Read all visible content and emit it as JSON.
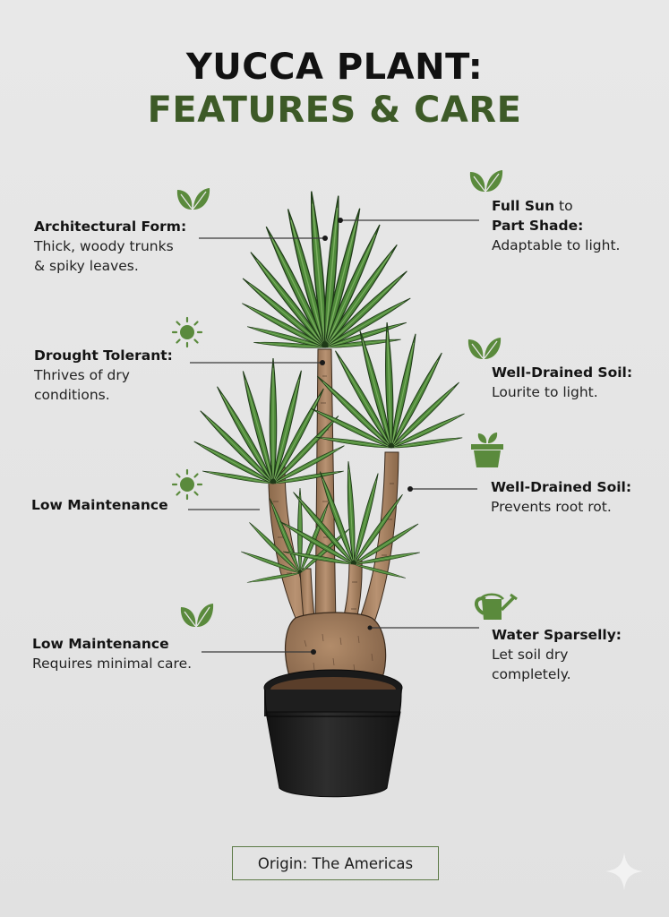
{
  "header": {
    "title_line1": "YUCCA PLANT:",
    "title_line2": "FEATURES & CARE"
  },
  "colors": {
    "background": "#e5e5e5",
    "accent_green": "#3d5a27",
    "icon_green": "#5a8a3c",
    "leaf_green": "#4f8a3a",
    "trunk_brown": "#a07d5d",
    "pot_black": "#1e1e1e"
  },
  "left_features": [
    {
      "icon": "leaf-icon",
      "heading": "Architectural Form:",
      "body_lines": [
        "Thick, woody trunks",
        "& spiky leaves."
      ]
    },
    {
      "icon": "sun-icon",
      "heading": "Drought Tolerant:",
      "body_lines": [
        "Thrives of dry",
        "conditions."
      ]
    },
    {
      "icon": "sun-icon",
      "heading": "Low Maintenance",
      "body_lines": []
    },
    {
      "icon": "leaf-icon",
      "heading": "Low Maintenance",
      "body_lines": [
        "Requires minimal care."
      ]
    }
  ],
  "right_features": [
    {
      "icon": "leaf-icon",
      "heading_bold1": "Full Sun",
      "heading_normal": " to",
      "heading_bold2": "Part Shade:",
      "body_lines": [
        "Adaptable to light."
      ]
    },
    {
      "icon": "leaf-icon",
      "heading": "Well-Drained Soil:",
      "body_lines": [
        "Lourite to light."
      ]
    },
    {
      "icon": "potted-plant-icon",
      "heading": "Well-Drained Soil:",
      "body_lines": [
        "Prevents root rot."
      ]
    },
    {
      "icon": "watering-can-icon",
      "heading": "Water Sparselly:",
      "body_lines": [
        "Let soil dry",
        "completely."
      ]
    }
  ],
  "footer": {
    "origin_label": "Origin: The Americas",
    "watermark_icon": "sparkle-icon"
  }
}
